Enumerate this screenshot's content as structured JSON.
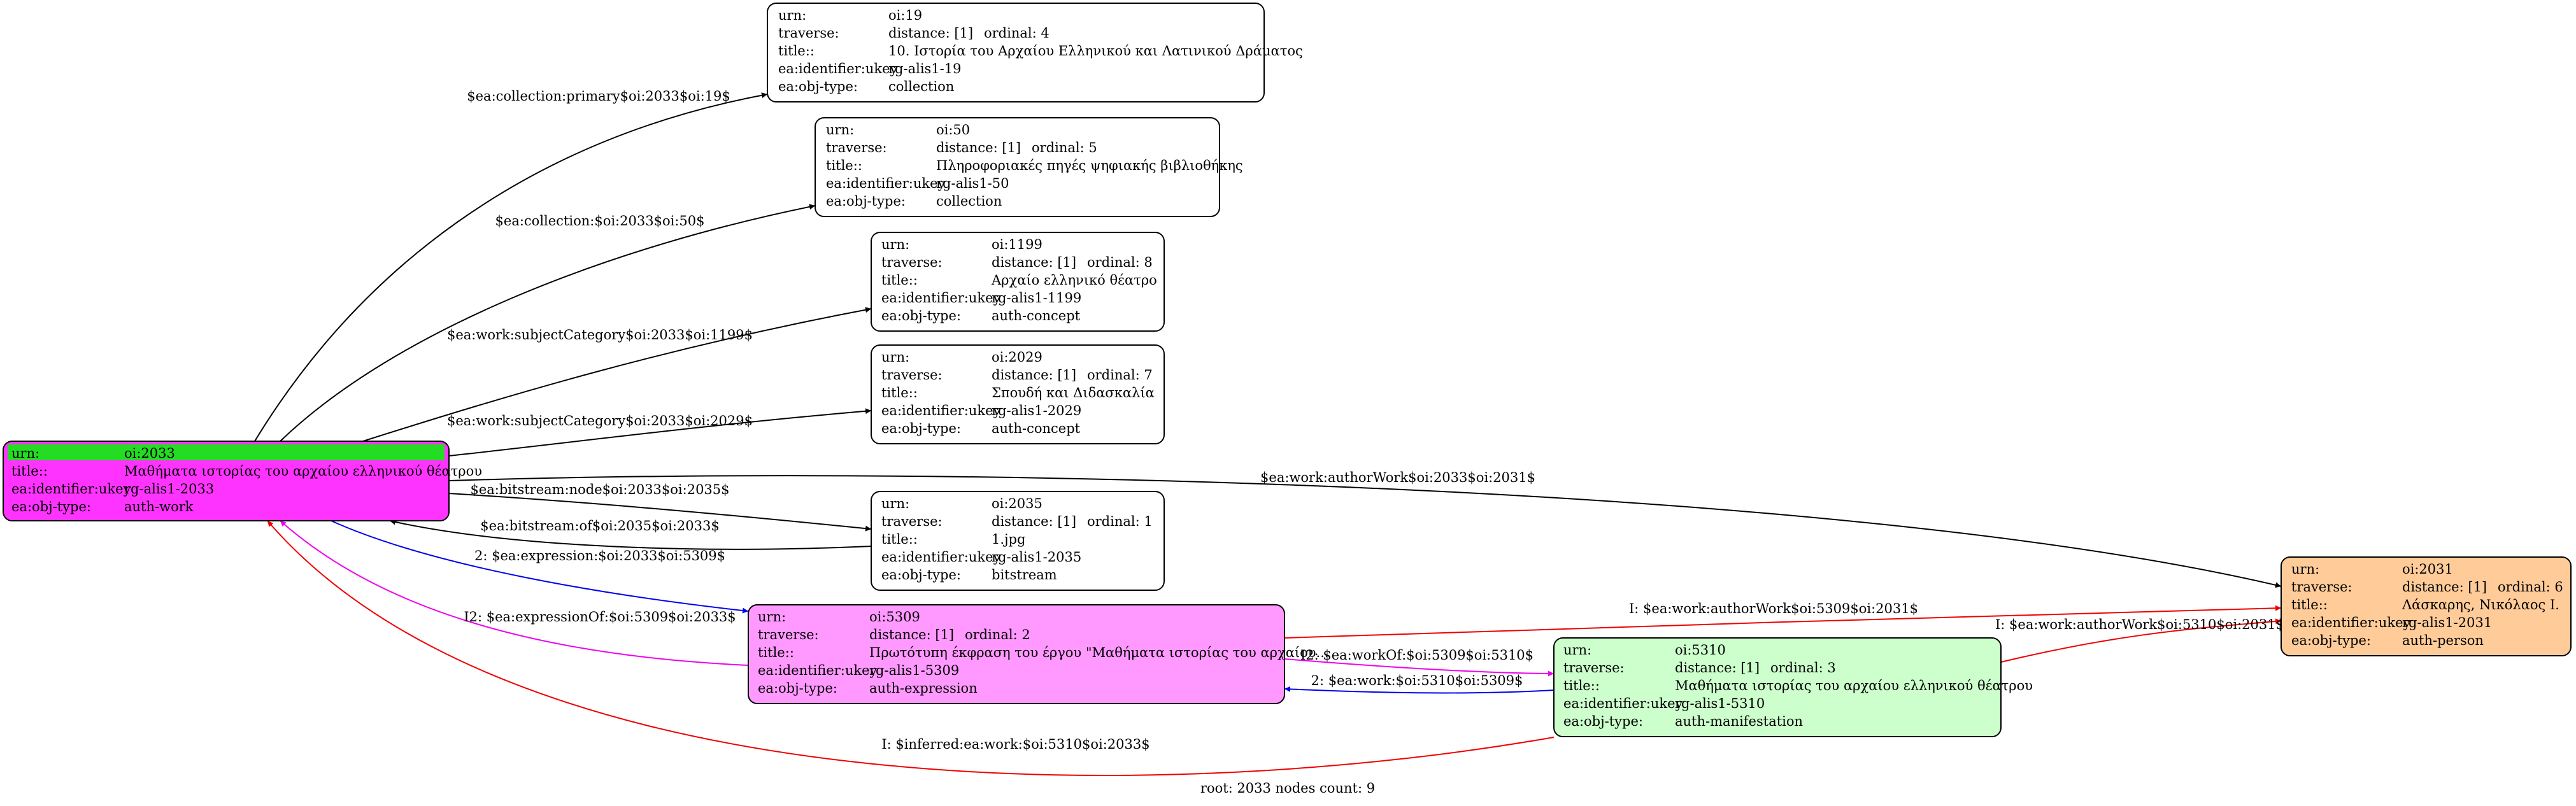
{
  "nodes": [
    {
      "id": "n2033",
      "fill": "#ff33ff",
      "header_fill": "#22dd22",
      "rows": [
        {
          "k": "urn:",
          "v": "oi:2033"
        },
        {
          "k": "title::",
          "v": "Μαθήματα ιστορίας του αρχαίου ελληνικού θέατρου"
        },
        {
          "k": "ea:identifier:ukey",
          "v": "rg-alis1-2033"
        },
        {
          "k": "ea:obj-type:",
          "v": "auth-work"
        }
      ]
    },
    {
      "id": "n19",
      "fill": "#ffffff",
      "rows": [
        {
          "k": "urn:",
          "v": "oi:19"
        },
        {
          "k": "traverse:",
          "v": "distance: [1]",
          "v2": "ordinal: 4"
        },
        {
          "k": "title::",
          "v": "10. Ιστορία του Αρχαίου Ελληνικού και Λατινικού Δράματος"
        },
        {
          "k": "ea:identifier:ukey",
          "v": "rg-alis1-19"
        },
        {
          "k": "ea:obj-type:",
          "v": "collection"
        }
      ]
    },
    {
      "id": "n50",
      "fill": "#ffffff",
      "rows": [
        {
          "k": "urn:",
          "v": "oi:50"
        },
        {
          "k": "traverse:",
          "v": "distance: [1]",
          "v2": "ordinal: 5"
        },
        {
          "k": "title::",
          "v": "Πληροφοριακές πηγές ψηφιακής βιβλιοθήκης"
        },
        {
          "k": "ea:identifier:ukey",
          "v": "rg-alis1-50"
        },
        {
          "k": "ea:obj-type:",
          "v": "collection"
        }
      ]
    },
    {
      "id": "n1199",
      "fill": "#ffffff",
      "rows": [
        {
          "k": "urn:",
          "v": "oi:1199"
        },
        {
          "k": "traverse:",
          "v": "distance: [1]",
          "v2": "ordinal: 8"
        },
        {
          "k": "title::",
          "v": "Αρχαίο ελληνικό θέατρο"
        },
        {
          "k": "ea:identifier:ukey",
          "v": "rg-alis1-1199"
        },
        {
          "k": "ea:obj-type:",
          "v": "auth-concept"
        }
      ]
    },
    {
      "id": "n2029",
      "fill": "#ffffff",
      "rows": [
        {
          "k": "urn:",
          "v": "oi:2029"
        },
        {
          "k": "traverse:",
          "v": "distance: [1]",
          "v2": "ordinal: 7"
        },
        {
          "k": "title::",
          "v": "Σπουδή και Διδασκαλία"
        },
        {
          "k": "ea:identifier:ukey",
          "v": "rg-alis1-2029"
        },
        {
          "k": "ea:obj-type:",
          "v": "auth-concept"
        }
      ]
    },
    {
      "id": "n2035",
      "fill": "#ffffff",
      "rows": [
        {
          "k": "urn:",
          "v": "oi:2035"
        },
        {
          "k": "traverse:",
          "v": "distance: [1]",
          "v2": "ordinal: 1"
        },
        {
          "k": "title::",
          "v": "1.jpg"
        },
        {
          "k": "ea:identifier:ukey",
          "v": "rg-alis1-2035"
        },
        {
          "k": "ea:obj-type:",
          "v": "bitstream"
        }
      ]
    },
    {
      "id": "n5309",
      "fill": "#ff99ff",
      "rows": [
        {
          "k": "urn:",
          "v": "oi:5309"
        },
        {
          "k": "traverse:",
          "v": "distance: [1]",
          "v2": "ordinal: 2"
        },
        {
          "k": "title::",
          "v": "Πρωτότυπη έκφραση του έργου \"Μαθήματα ιστορίας του αρχαίου..."
        },
        {
          "k": "ea:identifier:ukey",
          "v": "rg-alis1-5309"
        },
        {
          "k": "ea:obj-type:",
          "v": "auth-expression"
        }
      ]
    },
    {
      "id": "n5310",
      "fill": "#ccffcc",
      "rows": [
        {
          "k": "urn:",
          "v": "oi:5310"
        },
        {
          "k": "traverse:",
          "v": "distance: [1]",
          "v2": "ordinal: 3"
        },
        {
          "k": "title::",
          "v": "Μαθήματα ιστορίας του αρχαίου ελληνικού θέατρου"
        },
        {
          "k": "ea:identifier:ukey",
          "v": "rg-alis1-5310"
        },
        {
          "k": "ea:obj-type:",
          "v": "auth-manifestation"
        }
      ]
    },
    {
      "id": "n2031",
      "fill": "#ffcc99",
      "rows": [
        {
          "k": "urn:",
          "v": "oi:2031"
        },
        {
          "k": "traverse:",
          "v": "distance: [1]",
          "v2": "ordinal: 6"
        },
        {
          "k": "title::",
          "v": "Λάσκαρης, Νικόλαος Ι."
        },
        {
          "k": "ea:identifier:ukey",
          "v": "rg-alis1-2031"
        },
        {
          "k": "ea:obj-type:",
          "v": "auth-person"
        }
      ]
    }
  ],
  "edges": [
    {
      "id": "e1",
      "label": "$ea:collection:primary$oi:2033$oi:19$",
      "color": "#000000"
    },
    {
      "id": "e2",
      "label": "$ea:collection:$oi:2033$oi:50$",
      "color": "#000000"
    },
    {
      "id": "e3",
      "label": "$ea:work:subjectCategory$oi:2033$oi:1199$",
      "color": "#000000"
    },
    {
      "id": "e4",
      "label": "$ea:work:subjectCategory$oi:2033$oi:2029$",
      "color": "#000000"
    },
    {
      "id": "e5",
      "label": "$ea:work:authorWork$oi:2033$oi:2031$",
      "color": "#000000"
    },
    {
      "id": "e6",
      "label": "$ea:bitstream:node$oi:2033$oi:2035$",
      "color": "#000000"
    },
    {
      "id": "e7",
      "label": "$ea:bitstream:of$oi:2035$oi:2033$",
      "color": "#000000"
    },
    {
      "id": "e8",
      "label": "2: $ea:expression:$oi:2033$oi:5309$",
      "color": "#0000ee"
    },
    {
      "id": "e9",
      "label": "I2: $ea:expressionOf:$oi:5309$oi:2033$",
      "color": "#ee00ee"
    },
    {
      "id": "e10",
      "label": "I: $ea:work:authorWork$oi:5309$oi:2031$",
      "color": "#ee0000"
    },
    {
      "id": "e11",
      "label": "I2: $ea:workOf:$oi:5309$oi:5310$",
      "color": "#ee00ee"
    },
    {
      "id": "e12",
      "label": "2: $ea:work:$oi:5310$oi:5309$",
      "color": "#0000ee"
    },
    {
      "id": "e13",
      "label": "I: $ea:work:authorWork$oi:5310$oi:2031$",
      "color": "#ee0000"
    },
    {
      "id": "e14",
      "label": "I: $inferred:ea:work:$oi:5310$oi:2033$",
      "color": "#ee0000"
    }
  ],
  "footer": "root: 2033 nodes count: 9"
}
